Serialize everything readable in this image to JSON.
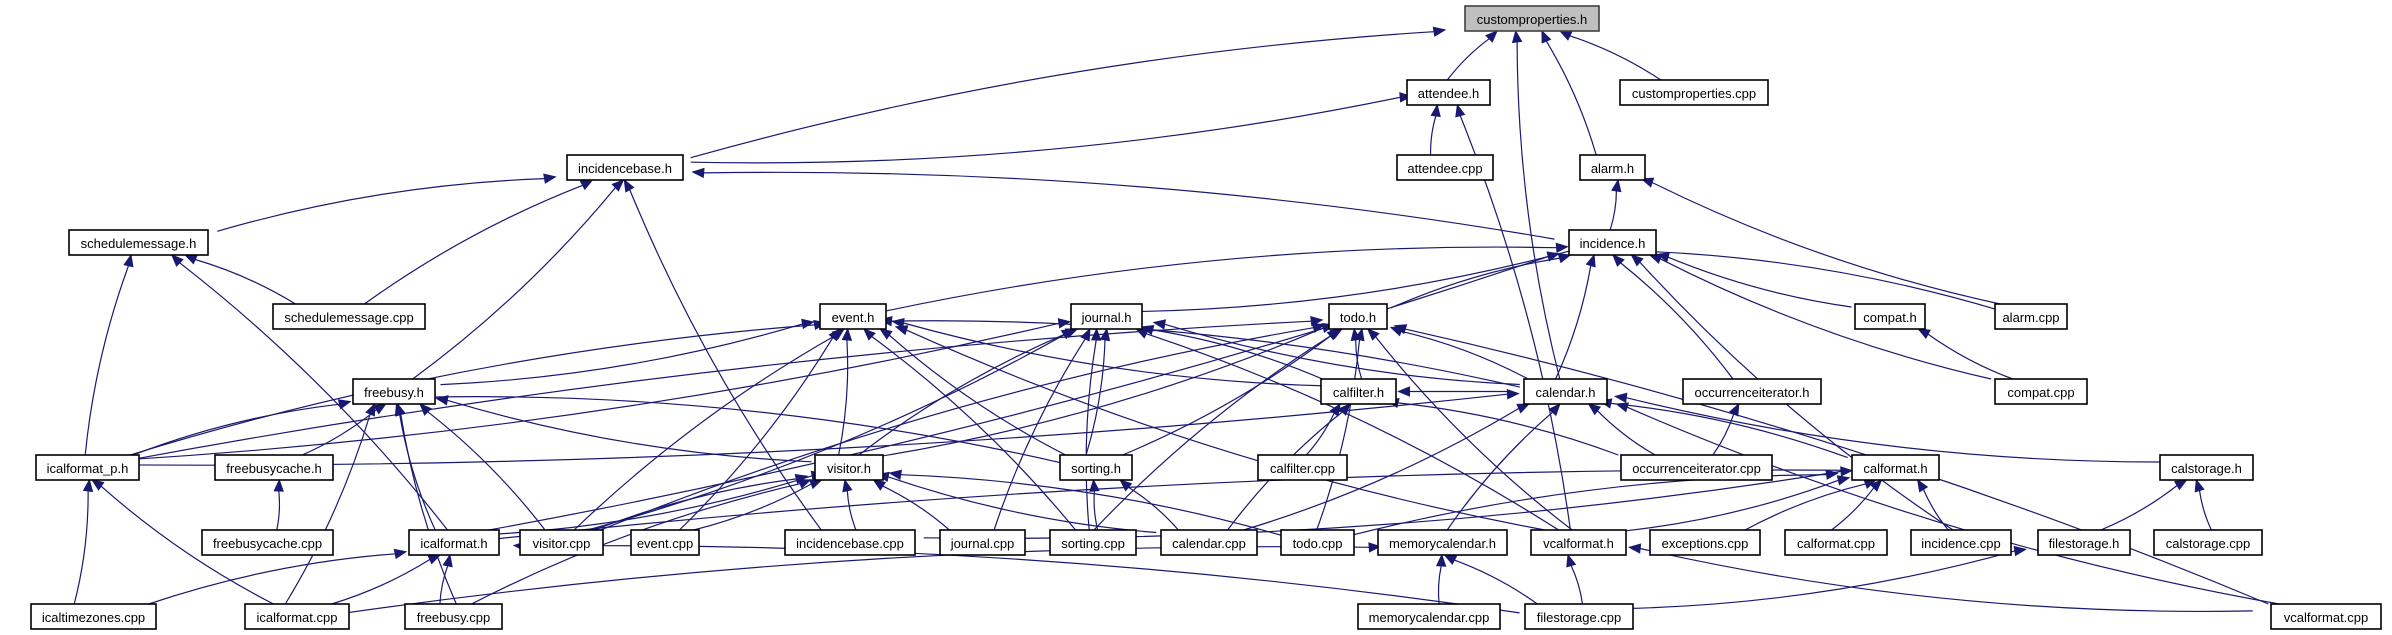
{
  "diagram": {
    "type": "include-dependency-graph",
    "root": "customproperties.h",
    "colors": {
      "edge": "#191970",
      "root_fill": "#bfbfbf",
      "node_fill": "#ffffff",
      "node_border": "#000000"
    },
    "nodes": [
      {
        "id": "customproperties_h",
        "label": "customproperties.h",
        "root": true
      },
      {
        "id": "attendee_h",
        "label": "attendee.h"
      },
      {
        "id": "customproperties_cpp",
        "label": "customproperties.cpp"
      },
      {
        "id": "incidencebase_h",
        "label": "incidencebase.h"
      },
      {
        "id": "attendee_cpp",
        "label": "attendee.cpp"
      },
      {
        "id": "alarm_h",
        "label": "alarm.h"
      },
      {
        "id": "schedulemessage_h",
        "label": "schedulemessage.h"
      },
      {
        "id": "incidence_h",
        "label": "incidence.h"
      },
      {
        "id": "schedulemessage_cpp",
        "label": "schedulemessage.cpp"
      },
      {
        "id": "event_h",
        "label": "event.h"
      },
      {
        "id": "journal_h",
        "label": "journal.h"
      },
      {
        "id": "todo_h",
        "label": "todo.h"
      },
      {
        "id": "compat_h",
        "label": "compat.h"
      },
      {
        "id": "alarm_cpp",
        "label": "alarm.cpp"
      },
      {
        "id": "freebusy_h",
        "label": "freebusy.h"
      },
      {
        "id": "calfilter_h",
        "label": "calfilter.h"
      },
      {
        "id": "calendar_h",
        "label": "calendar.h"
      },
      {
        "id": "occurrenceiterator_h",
        "label": "occurrenceiterator.h"
      },
      {
        "id": "compat_cpp",
        "label": "compat.cpp"
      },
      {
        "id": "icalformat_p_h",
        "label": "icalformat_p.h"
      },
      {
        "id": "freebusycache_h",
        "label": "freebusycache.h"
      },
      {
        "id": "visitor_h",
        "label": "visitor.h"
      },
      {
        "id": "sorting_h",
        "label": "sorting.h"
      },
      {
        "id": "calfilter_cpp",
        "label": "calfilter.cpp"
      },
      {
        "id": "occurrenceiterator_cpp",
        "label": "occurrenceiterator.cpp"
      },
      {
        "id": "calformat_h",
        "label": "calformat.h"
      },
      {
        "id": "calstorage_h",
        "label": "calstorage.h"
      },
      {
        "id": "freebusycache_cpp",
        "label": "freebusycache.cpp"
      },
      {
        "id": "icalformat_h",
        "label": "icalformat.h"
      },
      {
        "id": "visitor_cpp",
        "label": "visitor.cpp"
      },
      {
        "id": "event_cpp",
        "label": "event.cpp"
      },
      {
        "id": "incidencebase_cpp",
        "label": "incidencebase.cpp"
      },
      {
        "id": "journal_cpp",
        "label": "journal.cpp"
      },
      {
        "id": "sorting_cpp",
        "label": "sorting.cpp"
      },
      {
        "id": "calendar_cpp",
        "label": "calendar.cpp"
      },
      {
        "id": "todo_cpp",
        "label": "todo.cpp"
      },
      {
        "id": "memorycalendar_h",
        "label": "memorycalendar.h"
      },
      {
        "id": "vcalformat_h",
        "label": "vcalformat.h"
      },
      {
        "id": "exceptions_cpp",
        "label": "exceptions.cpp"
      },
      {
        "id": "calformat_cpp",
        "label": "calformat.cpp"
      },
      {
        "id": "incidence_cpp",
        "label": "incidence.cpp"
      },
      {
        "id": "filestorage_h",
        "label": "filestorage.h"
      },
      {
        "id": "calstorage_cpp",
        "label": "calstorage.cpp"
      },
      {
        "id": "icaltimezones_cpp",
        "label": "icaltimezones.cpp"
      },
      {
        "id": "icalformat_cpp",
        "label": "icalformat.cpp"
      },
      {
        "id": "freebusy_cpp",
        "label": "freebusy.cpp"
      },
      {
        "id": "memorycalendar_cpp",
        "label": "memorycalendar.cpp"
      },
      {
        "id": "filestorage_cpp",
        "label": "filestorage.cpp"
      },
      {
        "id": "vcalformat_cpp",
        "label": "vcalformat.cpp"
      }
    ],
    "edges": [
      {
        "from": "attendee_h",
        "to": "customproperties_h"
      },
      {
        "from": "customproperties_cpp",
        "to": "customproperties_h"
      },
      {
        "from": "incidencebase_h",
        "to": "customproperties_h"
      },
      {
        "from": "alarm_h",
        "to": "customproperties_h"
      },
      {
        "from": "calendar_h",
        "to": "customproperties_h"
      },
      {
        "from": "incidencebase_h",
        "to": "attendee_h"
      },
      {
        "from": "attendee_cpp",
        "to": "attendee_h"
      },
      {
        "from": "vcalformat_h",
        "to": "attendee_h"
      },
      {
        "from": "schedulemessage_h",
        "to": "incidencebase_h"
      },
      {
        "from": "incidence_h",
        "to": "incidencebase_h"
      },
      {
        "from": "schedulemessage_cpp",
        "to": "incidencebase_h"
      },
      {
        "from": "freebusy_h",
        "to": "incidencebase_h"
      },
      {
        "from": "incidencebase_cpp",
        "to": "incidencebase_h"
      },
      {
        "from": "incidence_h",
        "to": "alarm_h"
      },
      {
        "from": "alarm_cpp",
        "to": "alarm_h"
      },
      {
        "from": "schedulemessage_cpp",
        "to": "schedulemessage_h"
      },
      {
        "from": "icalformat_p_h",
        "to": "schedulemessage_h"
      },
      {
        "from": "icalformat_h",
        "to": "schedulemessage_h"
      },
      {
        "from": "event_h",
        "to": "incidence_h"
      },
      {
        "from": "journal_h",
        "to": "incidence_h"
      },
      {
        "from": "todo_h",
        "to": "incidence_h"
      },
      {
        "from": "calendar_h",
        "to": "incidence_h"
      },
      {
        "from": "compat_h",
        "to": "incidence_h"
      },
      {
        "from": "alarm_cpp",
        "to": "incidence_h"
      },
      {
        "from": "compat_cpp",
        "to": "incidence_h"
      },
      {
        "from": "occurrenceiterator_h",
        "to": "incidence_h"
      },
      {
        "from": "incidence_cpp",
        "to": "incidence_h"
      },
      {
        "from": "icalformat_h",
        "to": "incidence_h"
      },
      {
        "from": "compat_cpp",
        "to": "compat_h"
      },
      {
        "from": "freebusy_h",
        "to": "event_h"
      },
      {
        "from": "icalformat_p_h",
        "to": "event_h"
      },
      {
        "from": "calendar_h",
        "to": "event_h"
      },
      {
        "from": "calfilter_h",
        "to": "event_h"
      },
      {
        "from": "visitor_h",
        "to": "event_h"
      },
      {
        "from": "visitor_cpp",
        "to": "event_h"
      },
      {
        "from": "event_cpp",
        "to": "event_h"
      },
      {
        "from": "sorting_h",
        "to": "event_h"
      },
      {
        "from": "sorting_cpp",
        "to": "event_h"
      },
      {
        "from": "vcalformat_h",
        "to": "event_h"
      },
      {
        "from": "icalformat_p_h",
        "to": "journal_h"
      },
      {
        "from": "calendar_h",
        "to": "journal_h"
      },
      {
        "from": "calfilter_h",
        "to": "journal_h"
      },
      {
        "from": "visitor_h",
        "to": "journal_h"
      },
      {
        "from": "visitor_cpp",
        "to": "journal_h"
      },
      {
        "from": "journal_cpp",
        "to": "journal_h"
      },
      {
        "from": "sorting_h",
        "to": "journal_h"
      },
      {
        "from": "sorting_cpp",
        "to": "journal_h"
      },
      {
        "from": "vcalformat_h",
        "to": "journal_h"
      },
      {
        "from": "icalformat_p_h",
        "to": "todo_h"
      },
      {
        "from": "calendar_h",
        "to": "todo_h"
      },
      {
        "from": "calfilter_h",
        "to": "todo_h"
      },
      {
        "from": "visitor_h",
        "to": "todo_h"
      },
      {
        "from": "visitor_cpp",
        "to": "todo_h"
      },
      {
        "from": "sorting_h",
        "to": "todo_h"
      },
      {
        "from": "sorting_cpp",
        "to": "todo_h"
      },
      {
        "from": "todo_cpp",
        "to": "todo_h"
      },
      {
        "from": "vcalformat_h",
        "to": "todo_h"
      },
      {
        "from": "vcalformat_cpp",
        "to": "todo_h"
      },
      {
        "from": "icalformat_p_h",
        "to": "freebusy_h"
      },
      {
        "from": "freebusycache_h",
        "to": "freebusy_h"
      },
      {
        "from": "icalformat_h",
        "to": "freebusy_h"
      },
      {
        "from": "visitor_cpp",
        "to": "freebusy_h"
      },
      {
        "from": "freebusy_cpp",
        "to": "freebusy_h"
      },
      {
        "from": "icalformat_cpp",
        "to": "freebusy_h"
      },
      {
        "from": "visitor_h",
        "to": "freebusy_h"
      },
      {
        "from": "sorting_h",
        "to": "freebusy_h"
      },
      {
        "from": "calendar_h",
        "to": "calfilter_h"
      },
      {
        "from": "calfilter_cpp",
        "to": "calfilter_h"
      },
      {
        "from": "calendar_cpp",
        "to": "calfilter_h"
      },
      {
        "from": "occurrenceiterator_cpp",
        "to": "calfilter_h"
      },
      {
        "from": "memorycalendar_h",
        "to": "calendar_h"
      },
      {
        "from": "calendar_cpp",
        "to": "calendar_h"
      },
      {
        "from": "occurrenceiterator_cpp",
        "to": "calendar_h"
      },
      {
        "from": "calformat_h",
        "to": "calendar_h"
      },
      {
        "from": "calstorage_h",
        "to": "calendar_h"
      },
      {
        "from": "icalformat_p_h",
        "to": "calendar_h"
      },
      {
        "from": "vcalformat_cpp",
        "to": "calendar_h"
      },
      {
        "from": "occurrenceiterator_cpp",
        "to": "occurrenceiterator_h"
      },
      {
        "from": "icalformat_h",
        "to": "calformat_h"
      },
      {
        "from": "vcalformat_h",
        "to": "calformat_h"
      },
      {
        "from": "exceptions_cpp",
        "to": "calformat_h"
      },
      {
        "from": "calformat_cpp",
        "to": "calformat_h"
      },
      {
        "from": "incidence_cpp",
        "to": "calformat_h"
      },
      {
        "from": "incidencebase_cpp",
        "to": "calformat_h"
      },
      {
        "from": "todo_cpp",
        "to": "calformat_h"
      },
      {
        "from": "filestorage_h",
        "to": "calstorage_h"
      },
      {
        "from": "calstorage_cpp",
        "to": "calstorage_h"
      },
      {
        "from": "icaltimezones_cpp",
        "to": "icalformat_p_h"
      },
      {
        "from": "icalformat_cpp",
        "to": "icalformat_p_h"
      },
      {
        "from": "freebusycache_cpp",
        "to": "freebusycache_h"
      },
      {
        "from": "visitor_cpp",
        "to": "visitor_h"
      },
      {
        "from": "event_cpp",
        "to": "visitor_h"
      },
      {
        "from": "incidencebase_cpp",
        "to": "visitor_h"
      },
      {
        "from": "journal_cpp",
        "to": "visitor_h"
      },
      {
        "from": "calendar_cpp",
        "to": "visitor_h"
      },
      {
        "from": "todo_cpp",
        "to": "visitor_h"
      },
      {
        "from": "freebusy_cpp",
        "to": "visitor_h"
      },
      {
        "from": "icalformat_h",
        "to": "visitor_h"
      },
      {
        "from": "sorting_cpp",
        "to": "sorting_h"
      },
      {
        "from": "calendar_cpp",
        "to": "sorting_h"
      },
      {
        "from": "icaltimezones_cpp",
        "to": "icalformat_h"
      },
      {
        "from": "icalformat_cpp",
        "to": "icalformat_h"
      },
      {
        "from": "freebusy_cpp",
        "to": "icalformat_h"
      },
      {
        "from": "filestorage_cpp",
        "to": "icalformat_h"
      },
      {
        "from": "memorycalendar_cpp",
        "to": "memorycalendar_h"
      },
      {
        "from": "filestorage_cpp",
        "to": "memorycalendar_h"
      },
      {
        "from": "icalformat_cpp",
        "to": "memorycalendar_h"
      },
      {
        "from": "filestorage_cpp",
        "to": "vcalformat_h"
      },
      {
        "from": "vcalformat_cpp",
        "to": "vcalformat_h"
      },
      {
        "from": "filestorage_cpp",
        "to": "filestorage_h"
      }
    ]
  }
}
